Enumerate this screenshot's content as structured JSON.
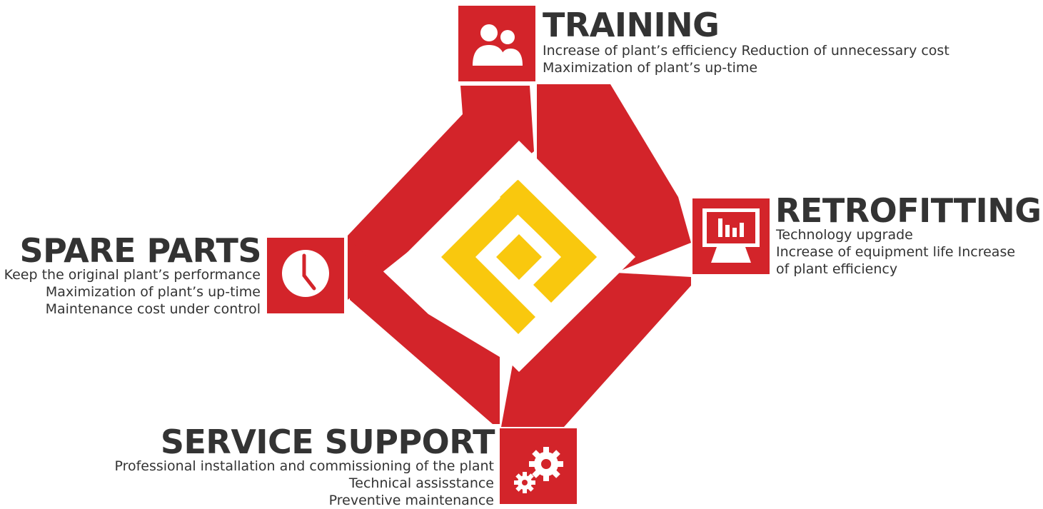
{
  "colors": {
    "accent_red": "#d3242a",
    "logo_yellow": "#f9c80e",
    "text_dark": "#333333",
    "background": "#ffffff"
  },
  "center_logo": {
    "icon": "diamond-logo-icon"
  },
  "segments": {
    "training": {
      "title": "TRAINING",
      "icon": "users-icon",
      "lines": [
        "Increase of plant’s efficiency Reduction of unnecessary cost",
        "Maximization of plant’s up-time"
      ]
    },
    "retrofitting": {
      "title": "RETROFITTING",
      "icon": "monitor-chart-icon",
      "lines": [
        "Technology upgrade",
        "Increase of equipment  life Increase",
        "of plant efficiency"
      ]
    },
    "spare_parts": {
      "title": "SPARE PARTS",
      "icon": "clock-icon",
      "lines": [
        "Keep the original plant’s performance",
        "Maximization of plant’s up-time",
        "Maintenance cost under control"
      ]
    },
    "service_support": {
      "title": "SERVICE SUPPORT",
      "icon": "gears-icon",
      "lines": [
        "Professional installation and commissioning of the plant",
        "Technical assisstance",
        "Preventive maintenance"
      ]
    }
  }
}
